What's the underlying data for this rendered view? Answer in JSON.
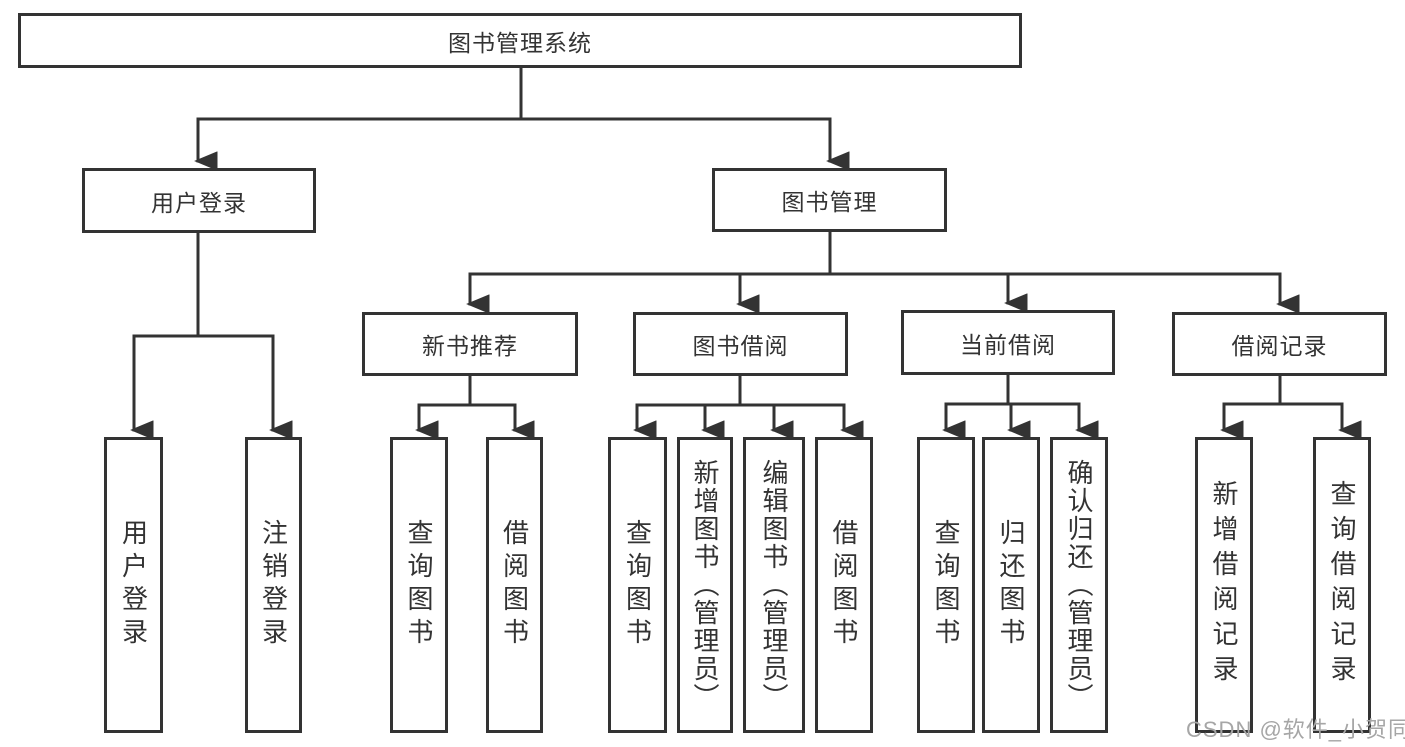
{
  "tree": {
    "label": "图书管理系统",
    "children": [
      {
        "label": "用户登录",
        "children": [
          {
            "label": "用户登录"
          },
          {
            "label": "注销登录"
          }
        ]
      },
      {
        "label": "图书管理",
        "children": [
          {
            "label": "新书推荐",
            "children": [
              {
                "label": "查询图书"
              },
              {
                "label": "借阅图书"
              }
            ]
          },
          {
            "label": "图书借阅",
            "children": [
              {
                "label": "查询图书"
              },
              {
                "label": "新增图书（管理员）"
              },
              {
                "label": "编辑图书（管理员）"
              },
              {
                "label": "借阅图书"
              }
            ]
          },
          {
            "label": "当前借阅",
            "children": [
              {
                "label": "查询图书"
              },
              {
                "label": "归还图书"
              },
              {
                "label": "确认归还（管理员）"
              }
            ]
          },
          {
            "label": "借阅记录",
            "children": [
              {
                "label": "新增借阅记录"
              },
              {
                "label": "查询借阅记录"
              }
            ]
          }
        ]
      }
    ]
  },
  "watermark": {
    "text": "CSDN @软件_小贺同学"
  },
  "colors": {
    "line": "#333333",
    "text": "#333333",
    "box_background": "#ffffff",
    "watermark_gray": "#a6a6a6"
  }
}
